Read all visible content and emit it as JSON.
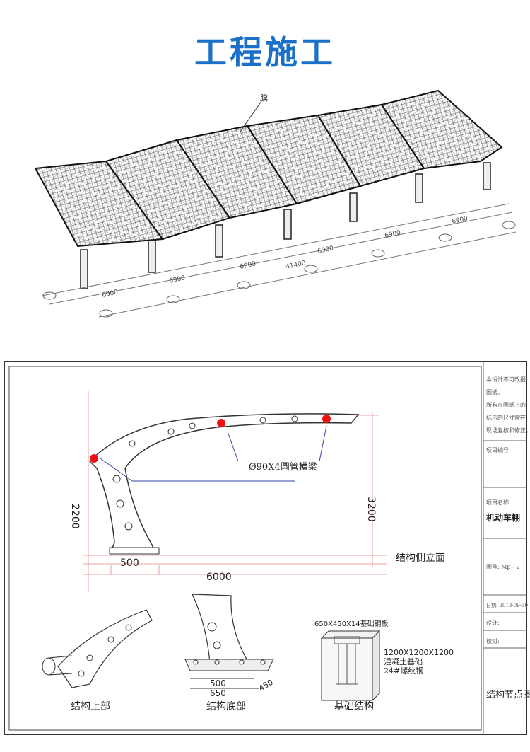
{
  "title": "工程施工",
  "perspective": {
    "marker_label": "膜",
    "dims": [
      "6900",
      "6900",
      "6900",
      "41400",
      "6900",
      "6900",
      "6900"
    ]
  },
  "elevation": {
    "beam_label": "Ø90X4圆管横梁",
    "height_left": "2200",
    "height_right": "3200",
    "base_width": "500",
    "span": "6000",
    "side_view_label": "结构侧立面"
  },
  "details": {
    "top_label": "结构上部",
    "bottom_label": "结构底部",
    "bottom_dim1": "500",
    "bottom_dim2": "650",
    "bottom_dim3": "450",
    "foundation_label": "基础结构",
    "plate_label": "650X450X14基础钢板",
    "foundation_spec1": "1200X1200X1200",
    "foundation_spec2": "混凝土基础",
    "foundation_spec3": "24#螺纹钢"
  },
  "sidebar": {
    "note_lines": [
      "本设计不可改报",
      "图纸。",
      "所有在图纸上的",
      "标示的尺寸需在",
      "现场复核和修正。"
    ],
    "project_name_label": "项目名称:",
    "project_name_value": "机动车棚",
    "project_no_label": "项目编号:",
    "drawing_no": "图号: Mp—2",
    "date": "日期: 2013-09-30",
    "design_label": "设计:",
    "check_label": "校对:",
    "sheet_title": "结构节点图"
  }
}
